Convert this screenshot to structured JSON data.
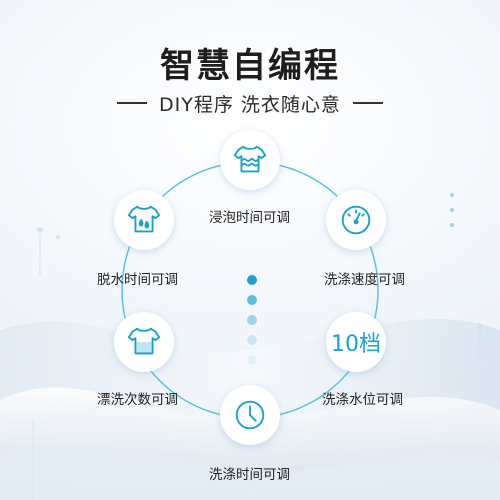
{
  "header": {
    "title": "智慧自编程",
    "subtitle": "DIY程序 洗衣随心意"
  },
  "features": [
    {
      "label": "浸泡时间可调",
      "icon": "shirt-wave-icon"
    },
    {
      "label": "洗涤速度可调",
      "icon": "speed-gauge-icon"
    },
    {
      "label": "洗涤水位可调",
      "icon_text": "10档"
    },
    {
      "label": "洗涤时间可调",
      "icon": "clock-icon"
    },
    {
      "label": "漂洗次数可调",
      "icon": "shirt-rinse-icon"
    },
    {
      "label": "脱水时间可调",
      "icon": "shirt-drops-icon"
    }
  ],
  "colors": {
    "accent": "#1aa3c7",
    "ring": "#58c3dd",
    "title": "#1e1e1e"
  }
}
